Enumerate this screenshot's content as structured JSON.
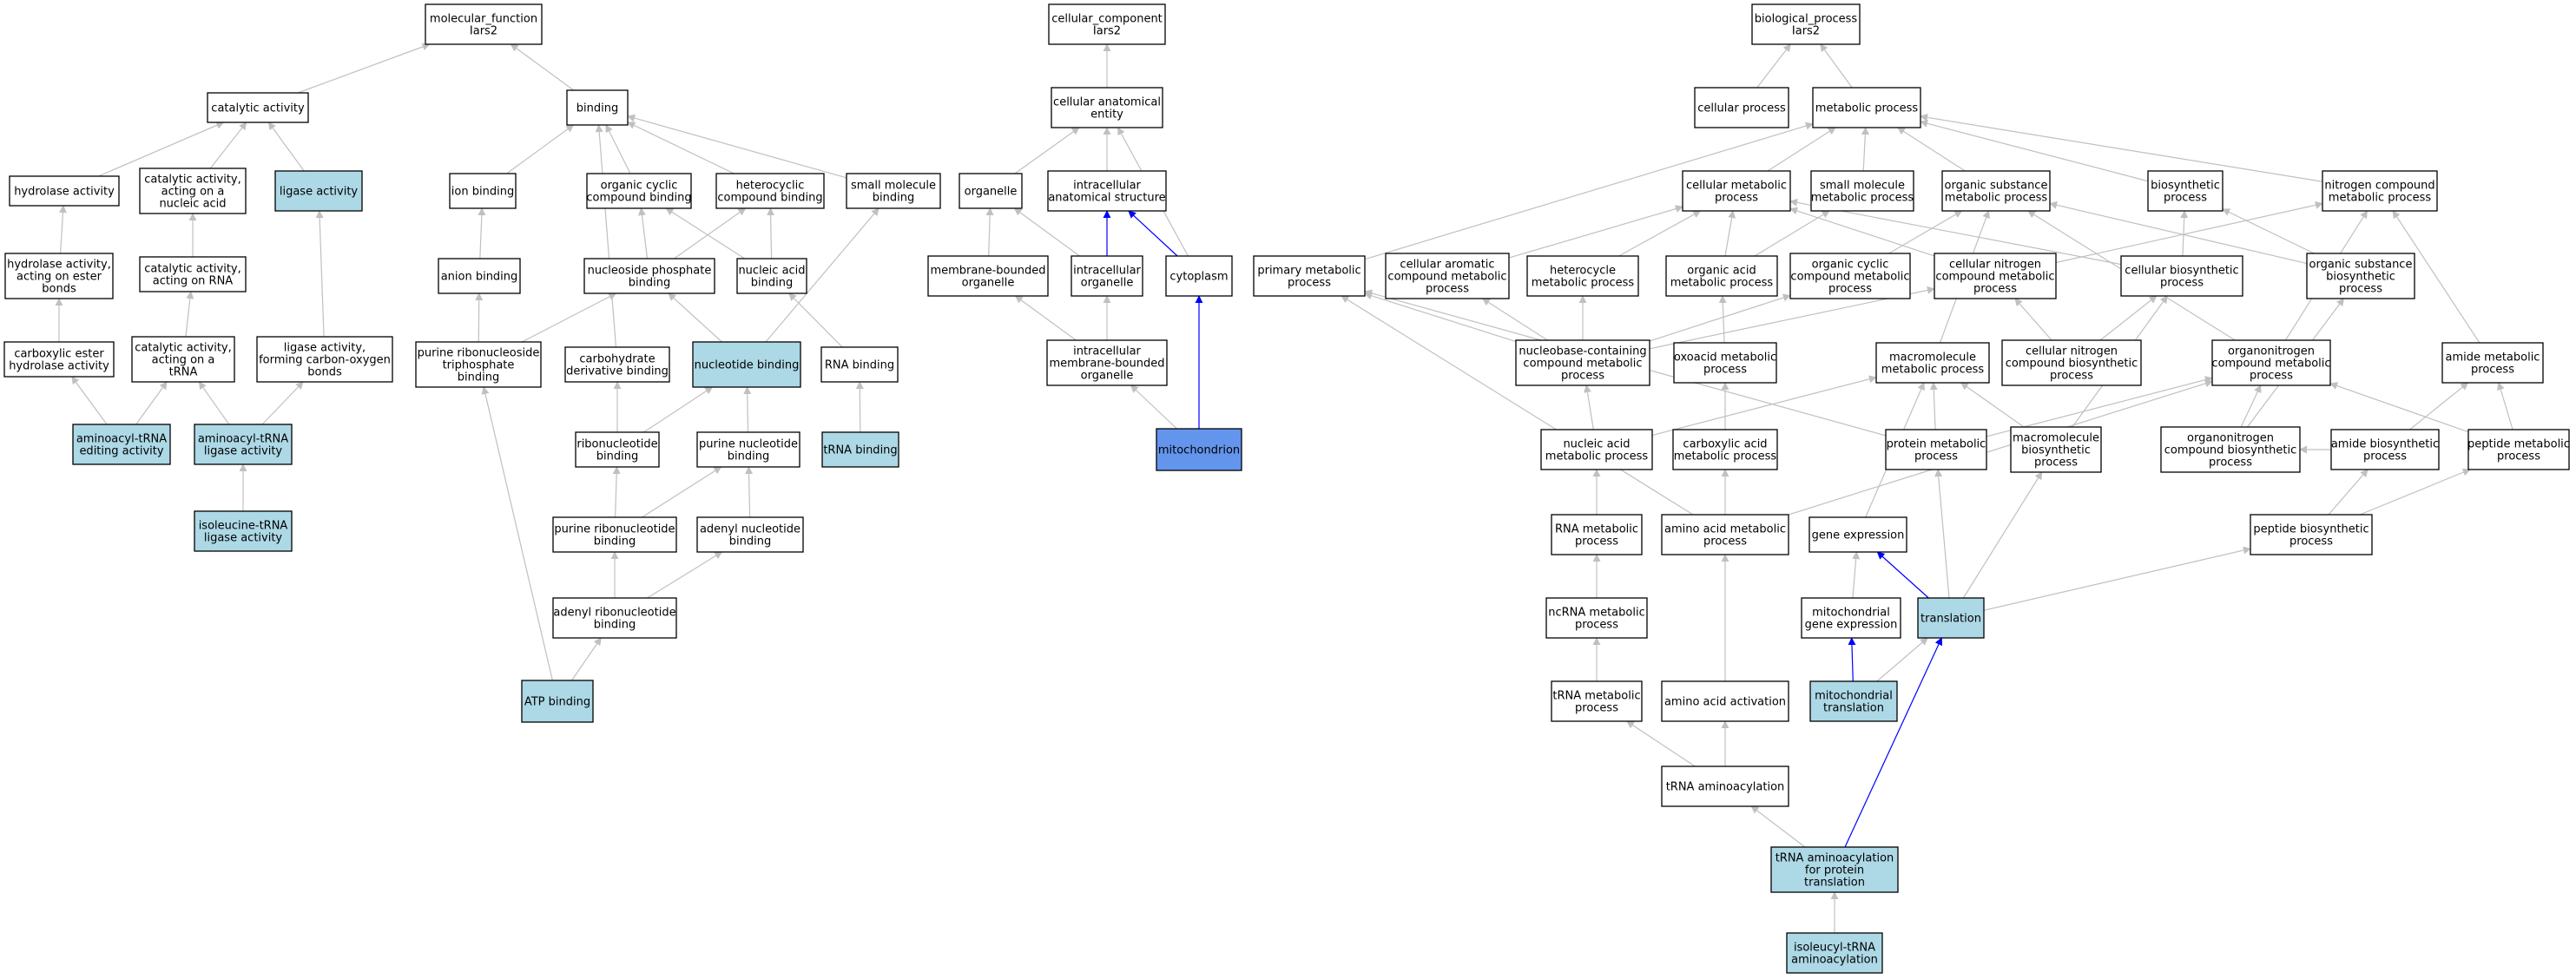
{
  "colors": {
    "default_fill": "#ffffff",
    "annotated_fill": "#add8e6",
    "focus_fill": "#6495ed",
    "default_edge": "#c0c0c0",
    "highlight_edge": "#0000ff"
  },
  "diagram": {
    "nodes": [
      {
        "id": "mf",
        "lines": [
          "molecular_function",
          "Iars2"
        ],
        "style": "default"
      },
      {
        "id": "cat",
        "lines": [
          "catalytic activity"
        ],
        "style": "default"
      },
      {
        "id": "hyd",
        "lines": [
          "hydrolase activity"
        ],
        "style": "default"
      },
      {
        "id": "catna",
        "lines": [
          "catalytic activity,",
          "acting on a",
          "nucleic acid"
        ],
        "style": "default"
      },
      {
        "id": "lig",
        "lines": [
          "ligase activity"
        ],
        "style": "annotated"
      },
      {
        "id": "hydest",
        "lines": [
          "hydrolase activity,",
          "acting on ester",
          "bonds"
        ],
        "style": "default"
      },
      {
        "id": "catrna",
        "lines": [
          "catalytic activity,",
          "acting on RNA"
        ],
        "style": "default"
      },
      {
        "id": "carbest",
        "lines": [
          "carboxylic ester",
          "hydrolase activity"
        ],
        "style": "default"
      },
      {
        "id": "cattrna",
        "lines": [
          "catalytic activity,",
          "acting on a",
          "tRNA"
        ],
        "style": "default"
      },
      {
        "id": "ligco",
        "lines": [
          "ligase activity,",
          "forming carbon-oxygen",
          "bonds"
        ],
        "style": "default"
      },
      {
        "id": "aaedit",
        "lines": [
          "aminoacyl-tRNA",
          "editing activity"
        ],
        "style": "annotated"
      },
      {
        "id": "aalig",
        "lines": [
          "aminoacyl-tRNA",
          "ligase activity"
        ],
        "style": "annotated"
      },
      {
        "id": "iletrna",
        "lines": [
          "isoleucine-tRNA",
          "ligase activity"
        ],
        "style": "annotated"
      },
      {
        "id": "bind",
        "lines": [
          "binding"
        ],
        "style": "default"
      },
      {
        "id": "ion",
        "lines": [
          "ion binding"
        ],
        "style": "default"
      },
      {
        "id": "anion",
        "lines": [
          "anion binding"
        ],
        "style": "default"
      },
      {
        "id": "ocycb",
        "lines": [
          "organic cyclic",
          "compound binding"
        ],
        "style": "default"
      },
      {
        "id": "hetb",
        "lines": [
          "heterocyclic",
          "compound binding"
        ],
        "style": "default"
      },
      {
        "id": "smb",
        "lines": [
          "small molecule",
          "binding"
        ],
        "style": "default"
      },
      {
        "id": "nucphos",
        "lines": [
          "nucleoside phosphate",
          "binding"
        ],
        "style": "default"
      },
      {
        "id": "nab",
        "lines": [
          "nucleic acid",
          "binding"
        ],
        "style": "default"
      },
      {
        "id": "prnt",
        "lines": [
          "purine ribonucleoside",
          "triphosphate",
          "binding"
        ],
        "style": "default"
      },
      {
        "id": "carbder",
        "lines": [
          "carbohydrate",
          "derivative binding"
        ],
        "style": "default"
      },
      {
        "id": "ntb",
        "lines": [
          "nucleotide binding"
        ],
        "style": "annotated"
      },
      {
        "id": "rnab",
        "lines": [
          "RNA binding"
        ],
        "style": "default"
      },
      {
        "id": "ribo",
        "lines": [
          "ribonucleotide",
          "binding"
        ],
        "style": "default"
      },
      {
        "id": "purnt",
        "lines": [
          "purine nucleotide",
          "binding"
        ],
        "style": "default"
      },
      {
        "id": "trnab",
        "lines": [
          "tRNA binding"
        ],
        "style": "annotated"
      },
      {
        "id": "purribo",
        "lines": [
          "purine ribonucleotide",
          "binding"
        ],
        "style": "default"
      },
      {
        "id": "adenyl",
        "lines": [
          "adenyl nucleotide",
          "binding"
        ],
        "style": "default"
      },
      {
        "id": "adribo",
        "lines": [
          "adenyl ribonucleotide",
          "binding"
        ],
        "style": "default"
      },
      {
        "id": "atp",
        "lines": [
          "ATP binding"
        ],
        "style": "annotated"
      },
      {
        "id": "cc",
        "lines": [
          "cellular_component",
          "Iars2"
        ],
        "style": "default"
      },
      {
        "id": "cae",
        "lines": [
          "cellular anatomical",
          "entity"
        ],
        "style": "default"
      },
      {
        "id": "organelle",
        "lines": [
          "organelle"
        ],
        "style": "default"
      },
      {
        "id": "ias",
        "lines": [
          "intracellular",
          "anatomical structure"
        ],
        "style": "default"
      },
      {
        "id": "mbo",
        "lines": [
          "membrane-bounded",
          "organelle"
        ],
        "style": "default"
      },
      {
        "id": "io",
        "lines": [
          "intracellular",
          "organelle"
        ],
        "style": "default"
      },
      {
        "id": "cyto",
        "lines": [
          "cytoplasm"
        ],
        "style": "default"
      },
      {
        "id": "imbo",
        "lines": [
          "intracellular",
          "membrane-bounded",
          "organelle"
        ],
        "style": "default"
      },
      {
        "id": "mito",
        "lines": [
          "mitochondrion"
        ],
        "style": "focus"
      },
      {
        "id": "bp",
        "lines": [
          "biological_process",
          "Iars2"
        ],
        "style": "default"
      },
      {
        "id": "cellp",
        "lines": [
          "cellular process"
        ],
        "style": "default"
      },
      {
        "id": "metp",
        "lines": [
          "metabolic process"
        ],
        "style": "default"
      },
      {
        "id": "cmp",
        "lines": [
          "cellular metabolic",
          "process"
        ],
        "style": "default"
      },
      {
        "id": "smmp",
        "lines": [
          "small molecule",
          "metabolic process"
        ],
        "style": "default"
      },
      {
        "id": "osmp",
        "lines": [
          "organic substance",
          "metabolic process"
        ],
        "style": "default"
      },
      {
        "id": "biosp",
        "lines": [
          "biosynthetic",
          "process"
        ],
        "style": "default"
      },
      {
        "id": "ncmp",
        "lines": [
          "nitrogen compound",
          "metabolic process"
        ],
        "style": "default"
      },
      {
        "id": "pmp",
        "lines": [
          "primary metabolic",
          "process"
        ],
        "style": "default"
      },
      {
        "id": "cacmp",
        "lines": [
          "cellular aromatic",
          "compound metabolic",
          "process"
        ],
        "style": "default"
      },
      {
        "id": "hmp",
        "lines": [
          "heterocycle",
          "metabolic process"
        ],
        "style": "default"
      },
      {
        "id": "oamp",
        "lines": [
          "organic acid",
          "metabolic process"
        ],
        "style": "default"
      },
      {
        "id": "occmp",
        "lines": [
          "organic cyclic",
          "compound metabolic",
          "process"
        ],
        "style": "default"
      },
      {
        "id": "cncmp",
        "lines": [
          "cellular nitrogen",
          "compound metabolic",
          "process"
        ],
        "style": "default"
      },
      {
        "id": "cbp",
        "lines": [
          "cellular biosynthetic",
          "process"
        ],
        "style": "default"
      },
      {
        "id": "osbp",
        "lines": [
          "organic substance",
          "biosynthetic",
          "process"
        ],
        "style": "default"
      },
      {
        "id": "nbccmp",
        "lines": [
          "nucleobase-containing",
          "compound metabolic",
          "process"
        ],
        "style": "default"
      },
      {
        "id": "oxmp",
        "lines": [
          "oxoacid metabolic",
          "process"
        ],
        "style": "default"
      },
      {
        "id": "mmp",
        "lines": [
          "macromolecule",
          "metabolic process"
        ],
        "style": "default"
      },
      {
        "id": "cncbp",
        "lines": [
          "cellular nitrogen",
          "compound biosynthetic",
          "process"
        ],
        "style": "default"
      },
      {
        "id": "oncmp",
        "lines": [
          "organonitrogen",
          "compound metabolic",
          "process"
        ],
        "style": "default"
      },
      {
        "id": "amp",
        "lines": [
          "amide metabolic",
          "process"
        ],
        "style": "default"
      },
      {
        "id": "namp",
        "lines": [
          "nucleic acid",
          "metabolic process"
        ],
        "style": "default"
      },
      {
        "id": "camp",
        "lines": [
          "carboxylic acid",
          "metabolic process"
        ],
        "style": "default"
      },
      {
        "id": "protmp",
        "lines": [
          "protein metabolic",
          "process"
        ],
        "style": "default"
      },
      {
        "id": "mbp",
        "lines": [
          "macromolecule",
          "biosynthetic",
          "process"
        ],
        "style": "default"
      },
      {
        "id": "oncbp",
        "lines": [
          "organonitrogen",
          "compound biosynthetic",
          "process"
        ],
        "style": "default"
      },
      {
        "id": "abp",
        "lines": [
          "amide biosynthetic",
          "process"
        ],
        "style": "default"
      },
      {
        "id": "pepmp",
        "lines": [
          "peptide metabolic",
          "process"
        ],
        "style": "default"
      },
      {
        "id": "rnamp",
        "lines": [
          "RNA metabolic",
          "process"
        ],
        "style": "default"
      },
      {
        "id": "aamp",
        "lines": [
          "amino acid metabolic",
          "process"
        ],
        "style": "default"
      },
      {
        "id": "gexp",
        "lines": [
          "gene expression"
        ],
        "style": "default"
      },
      {
        "id": "pepbp",
        "lines": [
          "peptide biosynthetic",
          "process"
        ],
        "style": "default"
      },
      {
        "id": "ncrna",
        "lines": [
          "ncRNA metabolic",
          "process"
        ],
        "style": "default"
      },
      {
        "id": "mgexp",
        "lines": [
          "mitochondrial",
          "gene expression"
        ],
        "style": "default"
      },
      {
        "id": "transl",
        "lines": [
          "translation"
        ],
        "style": "annotated"
      },
      {
        "id": "trnamp",
        "lines": [
          "tRNA metabolic",
          "process"
        ],
        "style": "default"
      },
      {
        "id": "aaact",
        "lines": [
          "amino acid activation"
        ],
        "style": "default"
      },
      {
        "id": "mtransl",
        "lines": [
          "mitochondrial",
          "translation"
        ],
        "style": "annotated"
      },
      {
        "id": "trnaam",
        "lines": [
          "tRNA aminoacylation"
        ],
        "style": "default"
      },
      {
        "id": "trnaapt",
        "lines": [
          "tRNA aminoacylation",
          "for protein",
          "translation"
        ],
        "style": "annotated"
      },
      {
        "id": "iltrnaam",
        "lines": [
          "isoleucyl-tRNA",
          "aminoacylation"
        ],
        "style": "annotated"
      }
    ],
    "edges": [
      [
        "cat",
        "mf",
        0
      ],
      [
        "bind",
        "mf",
        0
      ],
      [
        "hyd",
        "cat",
        0
      ],
      [
        "catna",
        "cat",
        0
      ],
      [
        "lig",
        "cat",
        0
      ],
      [
        "hydest",
        "hyd",
        0
      ],
      [
        "catrna",
        "catna",
        0
      ],
      [
        "carbest",
        "hydest",
        0
      ],
      [
        "cattrna",
        "catrna",
        0
      ],
      [
        "ligco",
        "lig",
        0
      ],
      [
        "aaedit",
        "carbest",
        0
      ],
      [
        "aaedit",
        "cattrna",
        0
      ],
      [
        "aalig",
        "cattrna",
        0
      ],
      [
        "aalig",
        "ligco",
        0
      ],
      [
        "iletrna",
        "aalig",
        0
      ],
      [
        "ion",
        "bind",
        0
      ],
      [
        "ocycb",
        "bind",
        0
      ],
      [
        "hetb",
        "bind",
        0
      ],
      [
        "smb",
        "bind",
        0
      ],
      [
        "carbder",
        "bind",
        0
      ],
      [
        "anion",
        "ion",
        0
      ],
      [
        "nucphos",
        "ocycb",
        0
      ],
      [
        "nucphos",
        "hetb",
        0
      ],
      [
        "nab",
        "ocycb",
        0
      ],
      [
        "nab",
        "hetb",
        0
      ],
      [
        "prnt",
        "anion",
        0
      ],
      [
        "prnt",
        "nucphos",
        0
      ],
      [
        "ntb",
        "nucphos",
        0
      ],
      [
        "ntb",
        "smb",
        0
      ],
      [
        "rnab",
        "nab",
        0
      ],
      [
        "ribo",
        "carbder",
        0
      ],
      [
        "ribo",
        "ntb",
        0
      ],
      [
        "purnt",
        "ntb",
        0
      ],
      [
        "trnab",
        "rnab",
        0
      ],
      [
        "purribo",
        "ribo",
        0
      ],
      [
        "purribo",
        "purnt",
        0
      ],
      [
        "adenyl",
        "purnt",
        0
      ],
      [
        "adribo",
        "purribo",
        0
      ],
      [
        "adribo",
        "adenyl",
        0
      ],
      [
        "atp",
        "adribo",
        0
      ],
      [
        "atp",
        "prnt",
        0
      ],
      [
        "cae",
        "cc",
        0
      ],
      [
        "organelle",
        "cae",
        0
      ],
      [
        "ias",
        "cae",
        0
      ],
      [
        "cyto",
        "cae",
        0
      ],
      [
        "mbo",
        "organelle",
        0
      ],
      [
        "io",
        "organelle",
        0
      ],
      [
        "io",
        "ias",
        1
      ],
      [
        "cyto",
        "ias",
        1
      ],
      [
        "imbo",
        "mbo",
        0
      ],
      [
        "imbo",
        "io",
        0
      ],
      [
        "mito",
        "imbo",
        0
      ],
      [
        "mito",
        "cyto",
        1
      ],
      [
        "cellp",
        "bp",
        0
      ],
      [
        "metp",
        "bp",
        0
      ],
      [
        "cmp",
        "metp",
        0
      ],
      [
        "smmp",
        "metp",
        0
      ],
      [
        "osmp",
        "metp",
        0
      ],
      [
        "biosp",
        "metp",
        0
      ],
      [
        "ncmp",
        "metp",
        0
      ],
      [
        "pmp",
        "metp",
        0
      ],
      [
        "cacmp",
        "cmp",
        0
      ],
      [
        "hmp",
        "cmp",
        0
      ],
      [
        "oamp",
        "cmp",
        0
      ],
      [
        "cncmp",
        "cmp",
        0
      ],
      [
        "cbp",
        "cmp",
        0
      ],
      [
        "oamp",
        "smmp",
        0
      ],
      [
        "occmp",
        "osmp",
        0
      ],
      [
        "osbp",
        "osmp",
        0
      ],
      [
        "mmp",
        "osmp",
        0
      ],
      [
        "oncmp",
        "osmp",
        0
      ],
      [
        "cbp",
        "biosp",
        0
      ],
      [
        "osbp",
        "biosp",
        0
      ],
      [
        "cncmp",
        "ncmp",
        0
      ],
      [
        "oncmp",
        "ncmp",
        0
      ],
      [
        "amp",
        "ncmp",
        0
      ],
      [
        "nbccmp",
        "cacmp",
        0
      ],
      [
        "nbccmp",
        "hmp",
        0
      ],
      [
        "nbccmp",
        "occmp",
        0
      ],
      [
        "nbccmp",
        "cncmp",
        0
      ],
      [
        "nbccmp",
        "pmp",
        0
      ],
      [
        "oxmp",
        "oamp",
        0
      ],
      [
        "cncbp",
        "cncmp",
        0
      ],
      [
        "cncbp",
        "cbp",
        0
      ],
      [
        "namp",
        "nbccmp",
        0
      ],
      [
        "namp",
        "mmp",
        0
      ],
      [
        "camp",
        "oxmp",
        0
      ],
      [
        "protmp",
        "mmp",
        0
      ],
      [
        "protmp",
        "oncmp",
        0
      ],
      [
        "protmp",
        "pmp",
        0
      ],
      [
        "mbp",
        "mmp",
        0
      ],
      [
        "mbp",
        "cbp",
        0
      ],
      [
        "oncbp",
        "oncmp",
        0
      ],
      [
        "oncbp",
        "osbp",
        0
      ],
      [
        "abp",
        "amp",
        0
      ],
      [
        "abp",
        "oncbp",
        0
      ],
      [
        "pepmp",
        "amp",
        0
      ],
      [
        "pepmp",
        "oncmp",
        0
      ],
      [
        "rnamp",
        "namp",
        0
      ],
      [
        "aamp",
        "camp",
        0
      ],
      [
        "aamp",
        "oncmp",
        0
      ],
      [
        "aamp",
        "pmp",
        0
      ],
      [
        "gexp",
        "mmp",
        0
      ],
      [
        "pepbp",
        "abp",
        0
      ],
      [
        "pepbp",
        "pepmp",
        0
      ],
      [
        "ncrna",
        "rnamp",
        0
      ],
      [
        "mgexp",
        "gexp",
        0
      ],
      [
        "transl",
        "gexp",
        1
      ],
      [
        "transl",
        "protmp",
        0
      ],
      [
        "transl",
        "mbp",
        0
      ],
      [
        "transl",
        "pepbp",
        0
      ],
      [
        "trnamp",
        "ncrna",
        0
      ],
      [
        "aaact",
        "aamp",
        0
      ],
      [
        "mtransl",
        "mgexp",
        1
      ],
      [
        "mtransl",
        "transl",
        0
      ],
      [
        "trnaam",
        "trnamp",
        0
      ],
      [
        "trnaam",
        "aaact",
        0
      ],
      [
        "trnaapt",
        "trnaam",
        0
      ],
      [
        "trnaapt",
        "transl",
        1
      ],
      [
        "iltrnaam",
        "trnaapt",
        0
      ]
    ]
  }
}
